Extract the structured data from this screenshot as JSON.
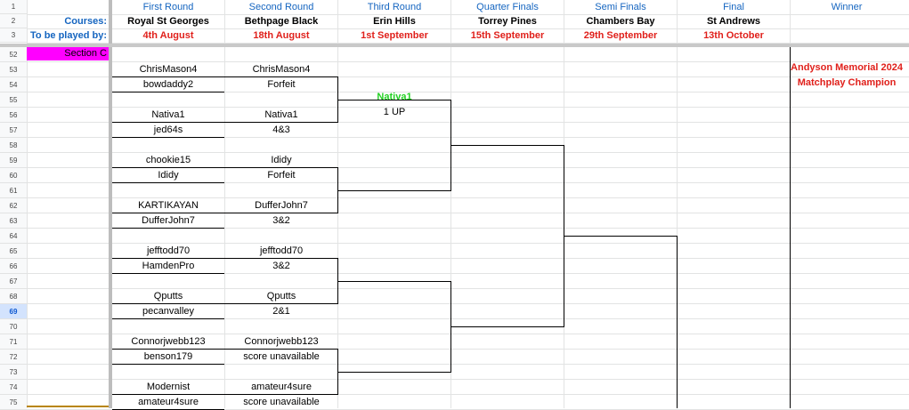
{
  "header": {
    "row_labels": [
      "1",
      "2",
      "3"
    ],
    "rounds": [
      "First Round",
      "Second Round",
      "Third Round",
      "Quarter Finals",
      "Semi Finals",
      "Final",
      "Winner"
    ],
    "courses_label": "Courses:",
    "courses": [
      "Royal St Georges",
      "Bethpage Black",
      "Erin Hills",
      "Torrey Pines",
      "Chambers Bay",
      "St Andrews"
    ],
    "played_label": "To be played by:",
    "dates": [
      "4th August",
      "18th August",
      "1st September",
      "15th September",
      "29th September",
      "13th October"
    ]
  },
  "rows": [
    "52",
    "53",
    "54",
    "55",
    "56",
    "57",
    "58",
    "59",
    "60",
    "61",
    "62",
    "63",
    "64",
    "65",
    "66",
    "67",
    "68",
    "69",
    "70",
    "71",
    "72",
    "73",
    "74",
    "75"
  ],
  "selected_row": "69",
  "section": "Section C",
  "first_round": [
    "ChrisMason4",
    "bowdaddy2",
    "Nativa1",
    "jed64s",
    "chookie15",
    "Ididy",
    "KARTIKAYAN",
    "DufferJohn7",
    "jefftodd70",
    "HamdenPro",
    "Qputts",
    "pecanvalley",
    "Connorjwebb123",
    "benson179",
    "Modernist",
    "amateur4sure"
  ],
  "second_round": [
    {
      "player": "ChrisMason4",
      "score": "Forfeit"
    },
    {
      "player": "Nativa1",
      "score": "4&3"
    },
    {
      "player": "Ididy",
      "score": "Forfeit"
    },
    {
      "player": "DufferJohn7",
      "score": "3&2"
    },
    {
      "player": "jefftodd70",
      "score": "3&2"
    },
    {
      "player": "Qputts",
      "score": "2&1"
    },
    {
      "player": "Connorjwebb123",
      "score": "score unavailable"
    },
    {
      "player": "amateur4sure",
      "score": "score unavailable"
    }
  ],
  "third_round": {
    "player": "Nativa1",
    "score": "1 UP"
  },
  "winner_title": [
    "Andyson Memorial 2024",
    "Matchplay Champion"
  ],
  "colors": {
    "round_header": "#1565c0",
    "date": "#e0201b",
    "section_fill": "#ff00ff",
    "winner": "#e0201b",
    "advance": "#22d022"
  }
}
